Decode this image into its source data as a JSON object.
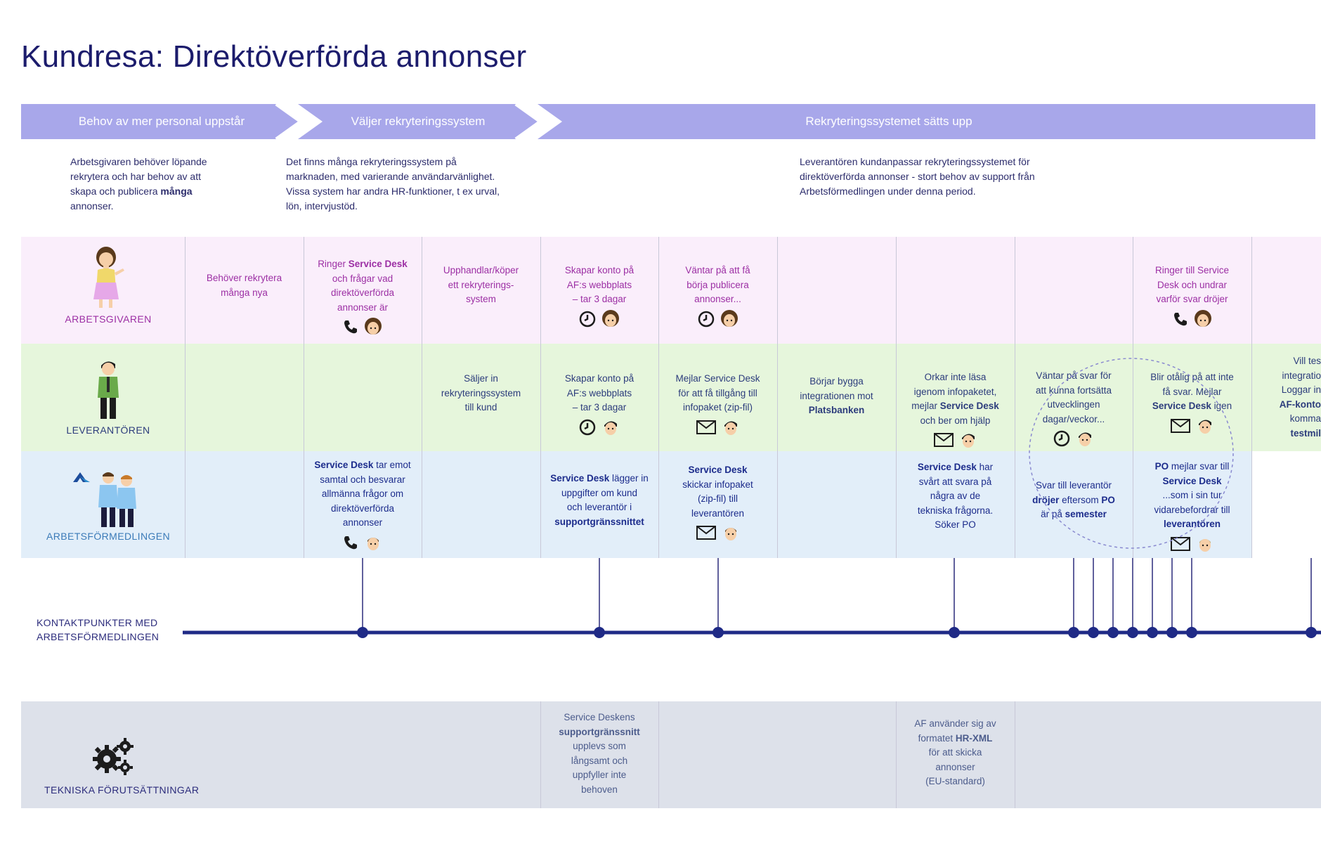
{
  "title": "Kundresa: Direktöverförda annonser",
  "colors": {
    "phase_bar": "#a8a7ea",
    "employer_lane": "#faeefb",
    "supplier_lane": "#e6f6dc",
    "af_lane": "#e2eef9",
    "tech_lane": "#dde1ea",
    "timeline": "#1f2a86",
    "employer_text": "#9c2fa4"
  },
  "phases": [
    {
      "label": "Behov av mer personal uppstår",
      "desc": [
        "Arbetsgivaren behöver löpande",
        "rekrytera och har behov av att",
        "skapa och publicera ",
        "många",
        "annonser."
      ]
    },
    {
      "label": "Väljer rekryteringssystem",
      "desc": [
        "Det finns många rekryteringssystem på",
        "marknaden, med varierande användarvänlighet.",
        "Vissa system har andra HR-funktioner, t ex urval,",
        "lön, intervjustöd."
      ]
    },
    {
      "label": "Rekryteringssystemet sätts upp",
      "desc": [
        "Leverantören kundanpassar rekryteringssystemet för",
        "direktöverförda annonser - stort behov av support från",
        "Arbetsförmedlingen under denna period."
      ]
    }
  ],
  "actors": {
    "employer": "ARBETSGIVAREN",
    "supplier": "LEVERANTÖREN",
    "af": "ARBETSFÖRMEDLINGEN",
    "touchpoints": [
      "KONTAKTPUNKTER MED",
      "ARBETSFÖRMEDLINGEN"
    ],
    "tech": "TEKNISKA FÖRUTSÄTTNINGAR"
  },
  "employer_cells": [
    {
      "lines": [
        "Behöver rekrytera",
        "många nya"
      ]
    },
    {
      "lines": [
        "Ringer ",
        "Service Desk",
        "och frågar vad",
        "direktöverförda",
        "annonser är"
      ],
      "icons": [
        "phone-icon",
        "employer-face-icon"
      ]
    },
    {
      "lines": [
        "Upphandlar/köper",
        "ett rekryterings-",
        "system"
      ]
    },
    {
      "lines": [
        "Skapar konto på",
        "AF:s webbplats",
        "– tar 3 dagar"
      ],
      "icons": [
        "clock-icon",
        "employer-face-icon"
      ]
    },
    {
      "lines": [
        "Väntar på att få",
        "börja publicera",
        "annonser..."
      ],
      "icons": [
        "clock-icon",
        "employer-face-icon"
      ]
    },
    {
      "lines": [
        "Ringer till Service",
        "Desk och undrar",
        "varför svar dröjer"
      ],
      "icons": [
        "phone-icon",
        "employer-face-icon"
      ]
    }
  ],
  "supplier_cells": [
    {
      "lines": [
        "Säljer in",
        "rekryteringssystem",
        "till kund"
      ]
    },
    {
      "lines": [
        "Skapar konto på",
        "AF:s webbplats",
        "– tar 3 dagar"
      ],
      "icons": [
        "clock-icon",
        "supplier-face-icon"
      ]
    },
    {
      "lines": [
        "Mejlar Service Desk",
        "för att få tillgång till",
        "infopaket (zip-fil)"
      ],
      "icons": [
        "mail-icon",
        "supplier-face-icon"
      ]
    },
    {
      "lines": [
        "Börjar bygga",
        "integrationen mot",
        "Platsbanken"
      ]
    },
    {
      "lines": [
        "Orkar inte läsa",
        "igenom infopaketet,",
        "mejlar ",
        "Service Desk",
        "och ber om hjälp"
      ],
      "icons": [
        "mail-icon",
        "supplier-face-icon"
      ]
    },
    {
      "lines": [
        "Väntar på svar för",
        "att kunna fortsätta",
        "utvecklingen",
        "dagar/veckor..."
      ],
      "icons": [
        "clock-icon",
        "supplier-face-icon"
      ]
    },
    {
      "lines": [
        "Blir otålig på att inte",
        "få svar. Mejlar",
        "Service Desk",
        " igen"
      ],
      "icons": [
        "mail-icon",
        "supplier-face-icon"
      ]
    },
    {
      "lines": [
        "Vill tes",
        "integratio",
        "Loggar in",
        "AF-konto",
        "komma",
        "testmil"
      ]
    }
  ],
  "af_cells": [
    {
      "lines": [
        "Service Desk",
        " tar emot",
        "samtal och besvarar",
        "allmänna frågor om",
        "direktöverförda",
        "annonser"
      ],
      "icons": [
        "phone-icon",
        "af-face-icon"
      ]
    },
    {
      "lines": [
        "Service Desk",
        " lägger in",
        "uppgifter om kund",
        "och leverantör i",
        "supportgränssnittet"
      ]
    },
    {
      "lines": [
        "Service Desk",
        "skickar infopaket",
        "(zip-fil) till",
        "leverantören"
      ],
      "icons": [
        "mail-icon",
        "af-face-icon"
      ]
    },
    {
      "lines": [
        "Service Desk",
        " har",
        "svårt att svara på",
        "några av de",
        "tekniska frågorna.",
        "Söker PO"
      ]
    },
    {
      "lines": [
        "Svar till leverantör",
        "dröjer",
        " eftersom ",
        "PO",
        "är på ",
        "semester"
      ]
    },
    {
      "lines": [
        "PO",
        " mejlar svar till",
        "Service Desk",
        "...som i sin tur",
        "vidarebefordrar till",
        "leverantören"
      ],
      "icons": [
        "mail-icon",
        "af-face-icon"
      ]
    }
  ],
  "tech_cells": [
    {
      "lines": [
        "Service Deskens",
        "supportgränssnitt",
        "upplevs som",
        "långsamt och",
        "uppfyller inte",
        "behoven"
      ]
    },
    {
      "lines": [
        "AF använder sig av",
        "formatet ",
        "HR-XML",
        "för att skicka",
        "annonser",
        "(EU-standard)"
      ]
    }
  ]
}
